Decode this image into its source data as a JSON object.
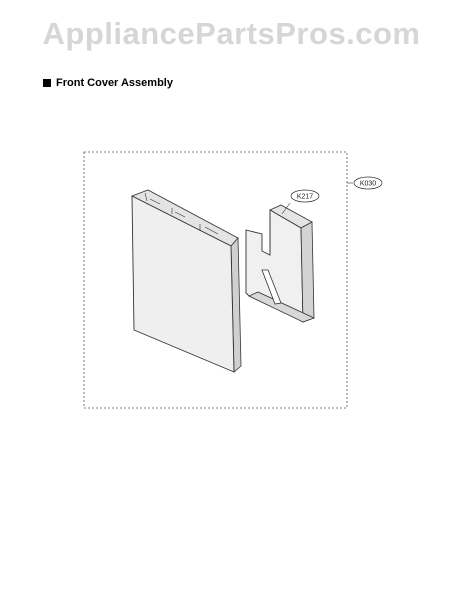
{
  "watermark": "AppliancePartsPros.com",
  "section": {
    "title": "Front Cover Assembly"
  },
  "callouts": {
    "assembly": "K030",
    "panel": "K217"
  },
  "colors": {
    "watermark": "#d6d6d6",
    "line": "#333333",
    "face": "#ececec"
  }
}
